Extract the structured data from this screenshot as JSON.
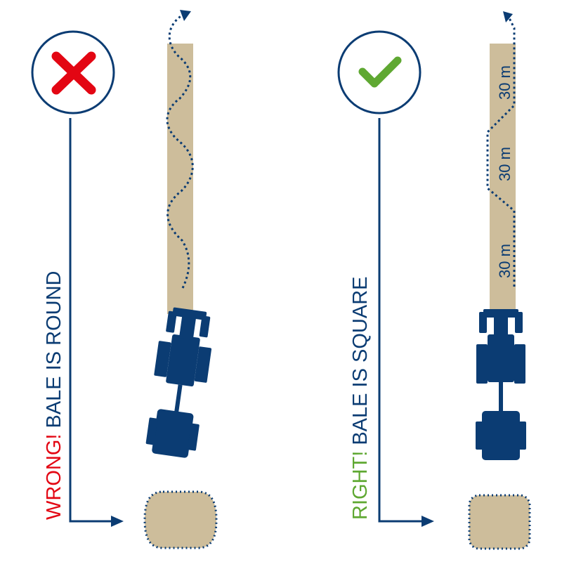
{
  "colors": {
    "navy": "#0b3c73",
    "swath": "#cdbd9b",
    "wrong_red": "#e30613",
    "right_green": "#5fa832",
    "background": "#ffffff"
  },
  "wrong_panel": {
    "icon": "cross-icon",
    "label_prefix": "WRONG!",
    "label_rest": " BALE IS ROUND"
  },
  "right_panel": {
    "icon": "check-icon",
    "label_prefix": "RIGHT!",
    "label_rest": " BALE IS SQUARE",
    "segment_labels": [
      "30 m",
      "30 m",
      "30 m"
    ]
  }
}
